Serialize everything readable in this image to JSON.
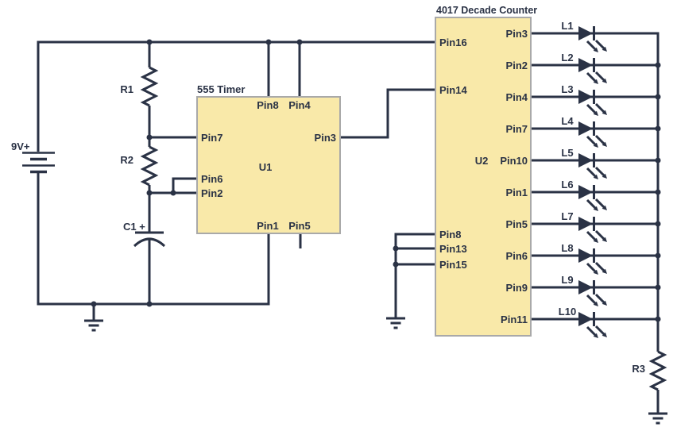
{
  "colors": {
    "ink": "#2a3245",
    "boxfill": "#f9e9a9",
    "boxborder": "#a9a9a9",
    "bg": "#ffffff"
  },
  "battery": {
    "label": "9V+"
  },
  "resistors": {
    "r1": "R1",
    "r2": "R2",
    "r3": "R3"
  },
  "capacitor": {
    "c1": "C1 +"
  },
  "timer_555": {
    "title": "555 Timer",
    "ref": "U1",
    "pin8": "Pin8",
    "pin4": "Pin4",
    "pin7": "Pin7",
    "pin6": "Pin6",
    "pin2": "Pin2",
    "pin3": "Pin3",
    "pin1": "Pin1",
    "pin5": "Pin5"
  },
  "counter_4017": {
    "title": "4017 Decade Counter",
    "ref": "U2",
    "pin16": "Pin16",
    "pin14": "Pin14",
    "pin8": "Pin8",
    "pin13": "Pin13",
    "pin15": "Pin15",
    "right_pins": [
      "Pin3",
      "Pin2",
      "Pin4",
      "Pin7",
      "Pin10",
      "Pin1",
      "Pin5",
      "Pin6",
      "Pin9",
      "Pin11"
    ]
  },
  "leds": {
    "labels": [
      "L1",
      "L2",
      "L3",
      "L4",
      "L5",
      "L6",
      "L7",
      "L8",
      "L9",
      "L10"
    ]
  }
}
